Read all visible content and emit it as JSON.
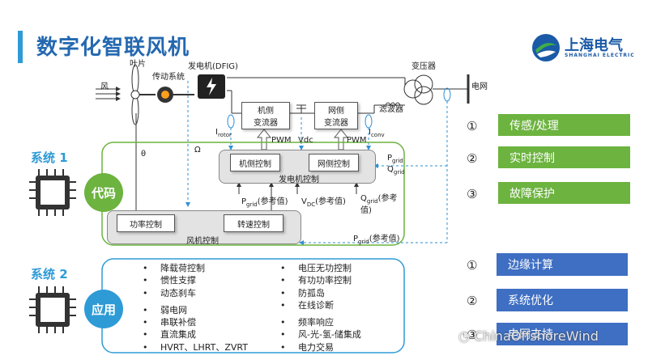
{
  "title": "数字化智联风机",
  "logo": {
    "cn": "上海电气",
    "en": "SHANGHAI ELECTRIC"
  },
  "diagram": {
    "wind": "风",
    "blade": "叶片",
    "drivetrain": "传动系统",
    "generator": "发电机(DFIG)",
    "transformer": "变压器",
    "grid": "电网",
    "filter": "滤波器",
    "rotor_conv": [
      "机侧",
      "变流器"
    ],
    "grid_conv": [
      "网侧",
      "变流器"
    ],
    "i_rotor": "I",
    "i_rotor_sub": "rotor",
    "i_conv": "I",
    "i_conv_sub": "conv",
    "pwm1": "PWM",
    "pwm2": "PWM",
    "vdc": "Vdc",
    "theta": "θ",
    "omega": "Ω",
    "p_grid": "P",
    "p_grid_sub": "grid",
    "q_grid": "Q",
    "q_grid_sub": "grid",
    "gen_ctrl_title": "发电机控制",
    "rotor_ctrl": "机侧控制",
    "grid_ctrl": "网侧控制",
    "ref_p": "P",
    "ref_p_sub": "grid",
    "ref_p_tail": "(参考值)",
    "ref_v": "V",
    "ref_v_sub": "DC",
    "ref_v_tail": "(参考值)",
    "ref_q": "Q",
    "ref_q_sub": "grid",
    "ref_q_tail": "(参考",
    "ref_q_tail2": "值)",
    "turbine_ctrl_title": "风机控制",
    "power_ctrl": "功率控制",
    "speed_ctrl": "转速控制",
    "ref_p2": "P",
    "ref_p2_sub": "grid",
    "ref_p2_tail": "(参考值)"
  },
  "system1": {
    "label": "系统 1",
    "tag": "代码"
  },
  "system2": {
    "label": "系统 2",
    "tag": "应用"
  },
  "apps_left": [
    "降载荷控制",
    "惯性支撑",
    "动态刹车",
    "弱电网",
    "串联补偿",
    "直流集成",
    "HVRT、LHRT、ZVRT"
  ],
  "apps_right": [
    "电压无功控制",
    "有功功率控制",
    "防孤岛",
    "在线诊断",
    "频率响应",
    "风-光-氢-储集成",
    "电力交易"
  ],
  "green_items": [
    {
      "num": "①",
      "label": "传感/处理"
    },
    {
      "num": "②",
      "label": "实时控制"
    },
    {
      "num": "③",
      "label": "故障保护"
    }
  ],
  "blue_items": [
    {
      "num": "①",
      "label": "边缘计算"
    },
    {
      "num": "②",
      "label": "系统优化"
    },
    {
      "num": "③",
      "label": "电网支持"
    }
  ],
  "watermark": "ChinaOffshoreWind",
  "colors": {
    "title": "#2468b0",
    "green": "#6cb33f",
    "blue": "#3f6fc3",
    "sys1": "#2e9bd6",
    "sys2": "#2e9bd6"
  }
}
